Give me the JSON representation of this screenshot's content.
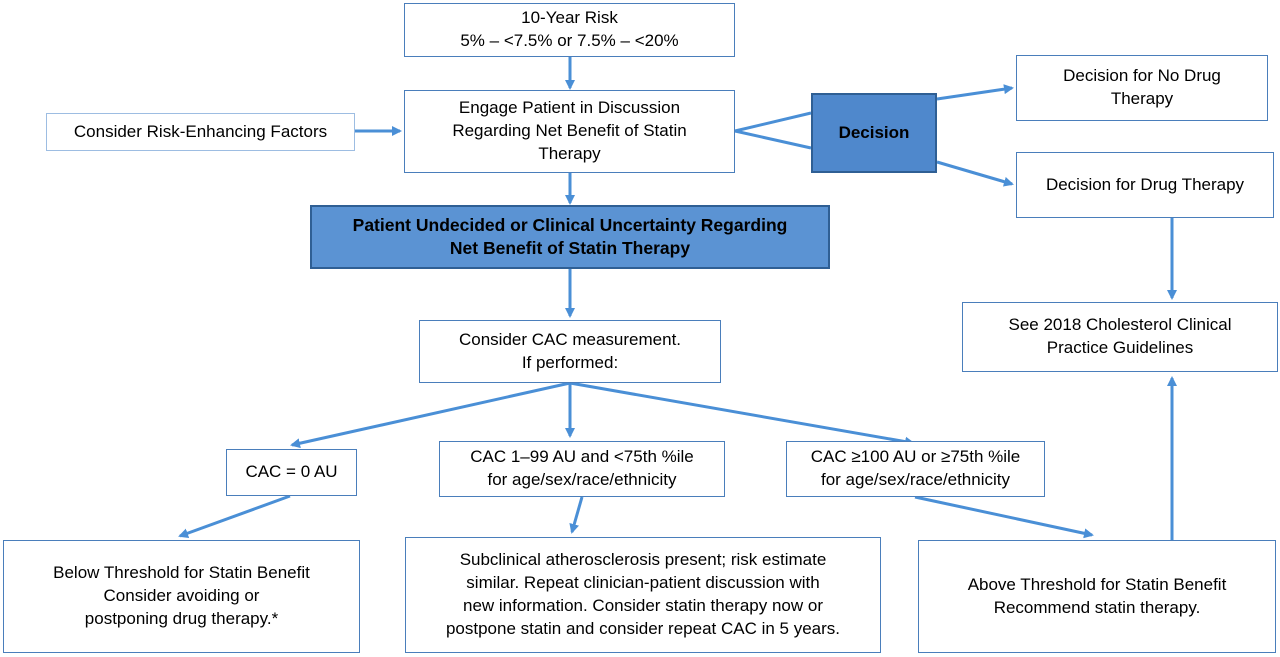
{
  "diagram": {
    "risk_box": [
      "10-Year Risk",
      "5% – <7.5% or 7.5% – <20%"
    ],
    "risk_enhancing": "Consider Risk-Enhancing Factors",
    "engage": [
      "Engage Patient in Discussion",
      "Regarding Net Benefit of Statin",
      "Therapy"
    ],
    "decision": "Decision",
    "no_drug": [
      "Decision for No Drug",
      "Therapy"
    ],
    "drug": "Decision for Drug Therapy",
    "undecided": [
      "Patient Undecided or Clinical Uncertainty Regarding",
      "Net Benefit of Statin Therapy"
    ],
    "cholesterol": [
      "See 2018 Cholesterol Clinical",
      "Practice Guidelines"
    ],
    "cac_measure": [
      "Consider CAC measurement.",
      "If performed:"
    ],
    "cac_zero": "CAC = 0 AU",
    "cac_mid": [
      "CAC 1–99 AU and <75th %ile",
      "for age/sex/race/ethnicity"
    ],
    "cac_high": [
      "CAC ≥100 AU or ≥75th %ile",
      "for age/sex/race/ethnicity"
    ],
    "below": [
      "Below Threshold for Statin Benefit",
      "Consider avoiding or",
      "postponing drug therapy.*"
    ],
    "subclinical": [
      "Subclinical atherosclerosis present; risk estimate",
      "similar. Repeat clinician-patient discussion with",
      "new information. Consider statin therapy now or",
      "postpone statin and consider repeat CAC in 5 years."
    ],
    "above": [
      "Above Threshold for Statin Benefit",
      "Recommend statin therapy."
    ]
  },
  "colors": {
    "arrow": "#4a8fd6",
    "box_border": "#4a7ebb",
    "box_fill": "#5b93d3"
  }
}
